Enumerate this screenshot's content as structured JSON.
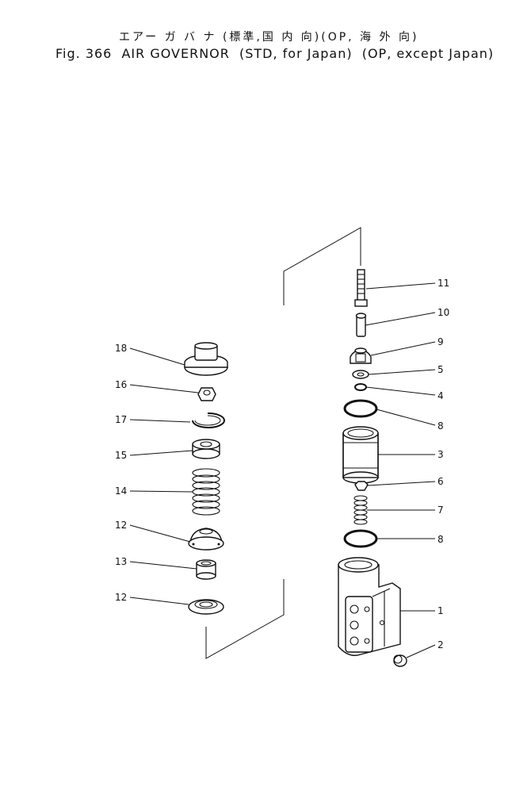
{
  "title": {
    "japanese": "エアー ガ バ ナ (標準,国 内 向)(OP, 海 外 向)",
    "figure": "Fig. 366",
    "name": "AIR GOVERNOR",
    "variant_std": "(STD, for Japan)",
    "variant_op": "(OP, except Japan)"
  },
  "labels": {
    "p1": "1",
    "p2": "2",
    "p3": "3",
    "p4": "4",
    "p5": "5",
    "p6": "6",
    "p7": "7",
    "p8a": "8",
    "p8b": "8",
    "p9": "9",
    "p10": "10",
    "p11": "11",
    "p12a": "12",
    "p12b": "12",
    "p13": "13",
    "p14": "14",
    "p15": "15",
    "p16": "16",
    "p17": "17",
    "p18": "18"
  }
}
